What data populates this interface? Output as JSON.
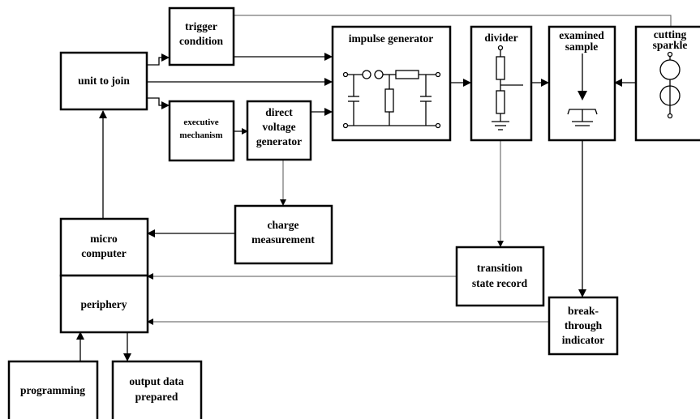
{
  "blocks": {
    "trigger_condition": [
      "trigger",
      "condition"
    ],
    "unit_to_join": [
      "unit to join"
    ],
    "executive_mechanism": [
      "executive",
      "mechanism"
    ],
    "direct_voltage_generator": [
      "direct",
      "voltage",
      "generator"
    ],
    "impulse_generator": [
      "impulse generator"
    ],
    "divider": [
      "divider"
    ],
    "examined_sample": [
      "examined",
      "sample"
    ],
    "cutting_sparkle": [
      "cutting",
      "sparkle"
    ],
    "charge_measurement": [
      "charge",
      "measurement"
    ],
    "micro_computer": [
      "micro",
      "computer"
    ],
    "periphery": [
      "periphery"
    ],
    "transition_state_record": [
      "transition",
      "state record"
    ],
    "break_through_indicator": [
      "break-",
      "through",
      "indicator"
    ],
    "programming": [
      "programming"
    ],
    "output_data_prepared": [
      "output data",
      "prepared"
    ]
  }
}
